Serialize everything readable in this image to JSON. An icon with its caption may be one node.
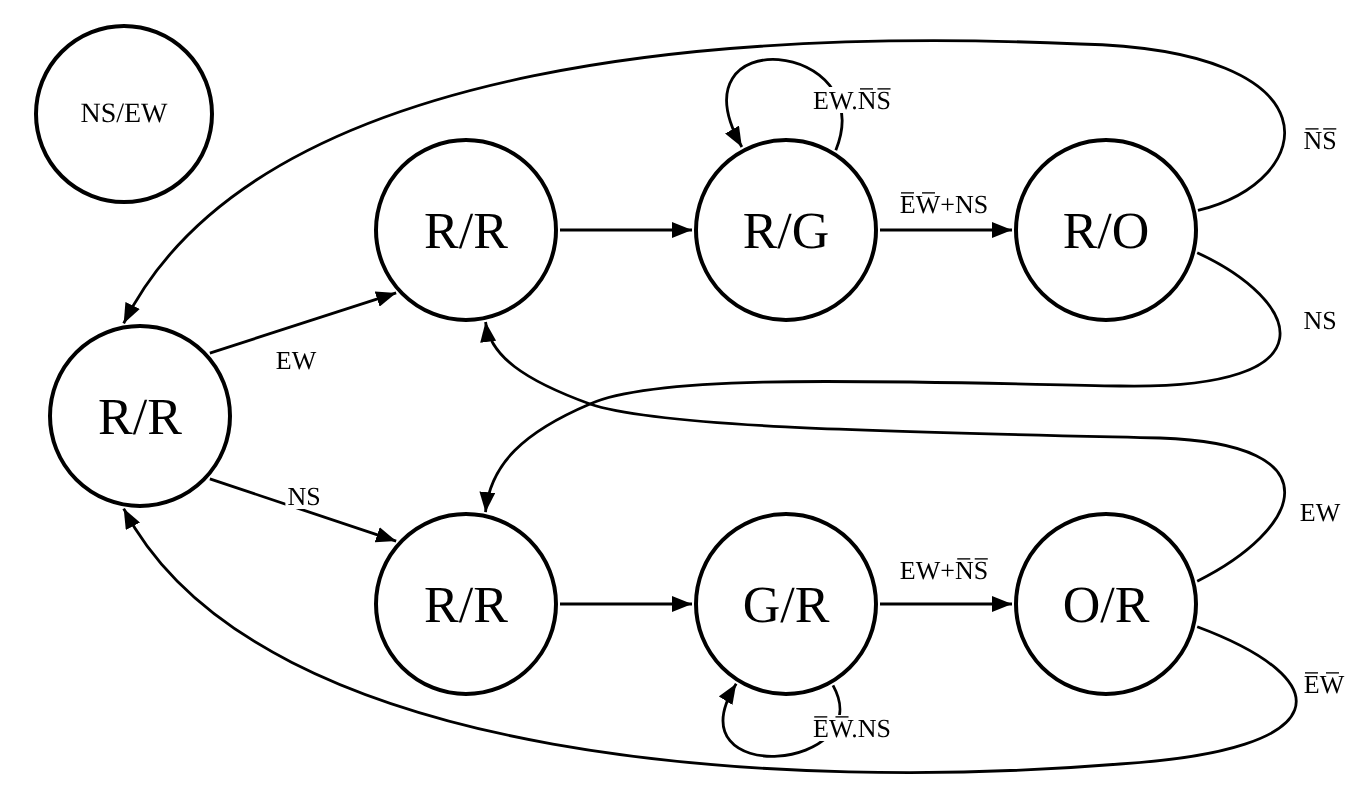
{
  "diagram": {
    "nodes": [
      {
        "text": [
          "NS/EW"
        ]
      },
      {
        "text": [
          "R/R"
        ]
      },
      {
        "text": [
          "R/R"
        ]
      },
      {
        "text": [
          "R/G"
        ]
      },
      {
        "text": [
          "R/O"
        ]
      },
      {
        "text": [
          "R/R"
        ]
      },
      {
        "text": [
          "G/R"
        ]
      },
      {
        "text": [
          "O/R"
        ]
      }
    ],
    "edges": [
      {
        "from": 1,
        "to": 2,
        "arrow": "to",
        "label": "EW"
      },
      {
        "from": 1,
        "to": 5,
        "arrow": "to",
        "label": "NS"
      },
      {
        "from": 2,
        "to": 3,
        "arrow": "to"
      },
      {
        "from": 3,
        "to": 3,
        "arrow": "to",
        "label": "EW.N̅S̅"
      },
      {
        "from": 3,
        "to": 4,
        "arrow": "to",
        "label": "E̅W̅+NS"
      },
      {
        "from": 4,
        "to": 1,
        "arrow": "to",
        "label": "N̅S̅"
      },
      {
        "from": 4,
        "to": 5,
        "arrow": "to",
        "label": "NS"
      },
      {
        "from": 5,
        "to": 6,
        "arrow": "to"
      },
      {
        "from": 6,
        "to": 6,
        "arrow": "to",
        "label": "E̅W̅.NS"
      },
      {
        "from": 6,
        "to": 7,
        "arrow": "to",
        "label": "EW+N̅S̅"
      },
      {
        "from": 7,
        "to": 2,
        "arrow": "to",
        "label": "EW"
      },
      {
        "from": 7,
        "to": 1,
        "arrow": "to",
        "label": "E̅W̅"
      }
    ]
  }
}
